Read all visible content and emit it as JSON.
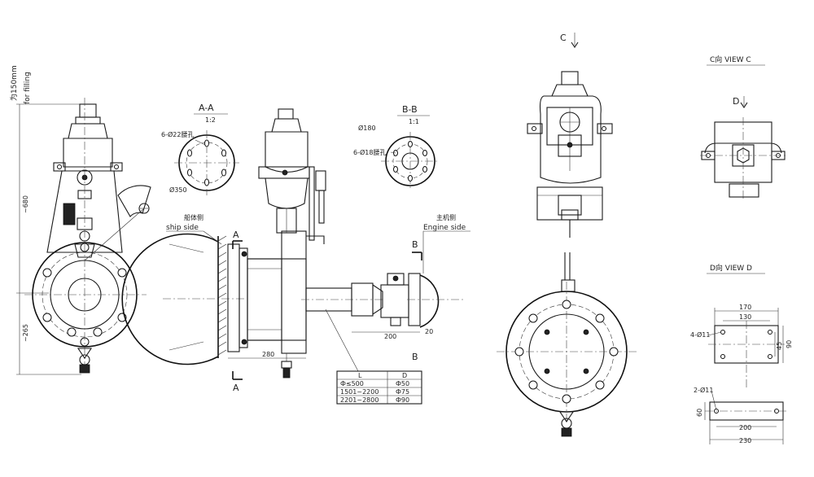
{
  "left_view": {
    "note_top": "为150mm",
    "note_filling": "for filling",
    "dim_vertical_upper": "~680",
    "dim_vertical_lower": "~265"
  },
  "section_aa": {
    "title": "A-A",
    "scale": "1:2",
    "holes_note": "6-Ø22腰孔",
    "diameter": "Ø350"
  },
  "section_bb": {
    "title": "B-B",
    "scale": "1:1",
    "diameter": "Ø180",
    "holes_note": "6-Ø18腰孔"
  },
  "main_view": {
    "ship_side_cn": "船体侧",
    "ship_side": "ship side",
    "engine_side_cn": "主机侧",
    "engine_side": "Engine side",
    "marker_a_top": "A",
    "marker_a_bottom": "A",
    "marker_b_top": "B",
    "marker_b_bottom": "B",
    "dim_280": "280",
    "dim_200": "200",
    "dim_20": "20",
    "table": {
      "headers": [
        "L",
        "D"
      ],
      "rows": [
        [
          "Ф≤500",
          "Ф50"
        ],
        [
          "1501~2200",
          "Ф75"
        ],
        [
          "2201~2800",
          "Ф90"
        ]
      ]
    }
  },
  "view_c_marker": "C",
  "view_c": {
    "title": "C向 VIEW C",
    "marker_d": "D"
  },
  "view_d": {
    "title": "D向 VIEW D",
    "dim_170": "170",
    "dim_130": "130",
    "dim_90": "90",
    "dim_45": "45",
    "holes_4": "4-Ø11",
    "holes_2": "2-Ø11",
    "dim_60": "60",
    "dim_200": "200",
    "dim_230": "230"
  }
}
